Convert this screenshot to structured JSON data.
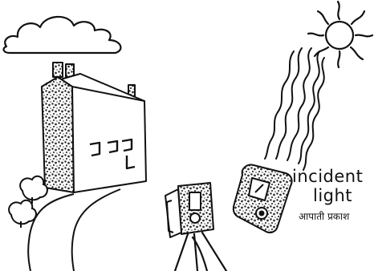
{
  "label": {
    "line1": "incident",
    "line2": "light",
    "hindi": "आपाती प्रकाश"
  },
  "colors": {
    "ink": "#111111",
    "background": "#ffffff"
  },
  "elements": [
    "cloud-icon",
    "sun-icon",
    "light-rays",
    "house-icon",
    "bushes",
    "road",
    "camera-icon",
    "tripod",
    "light-meter-icon"
  ]
}
